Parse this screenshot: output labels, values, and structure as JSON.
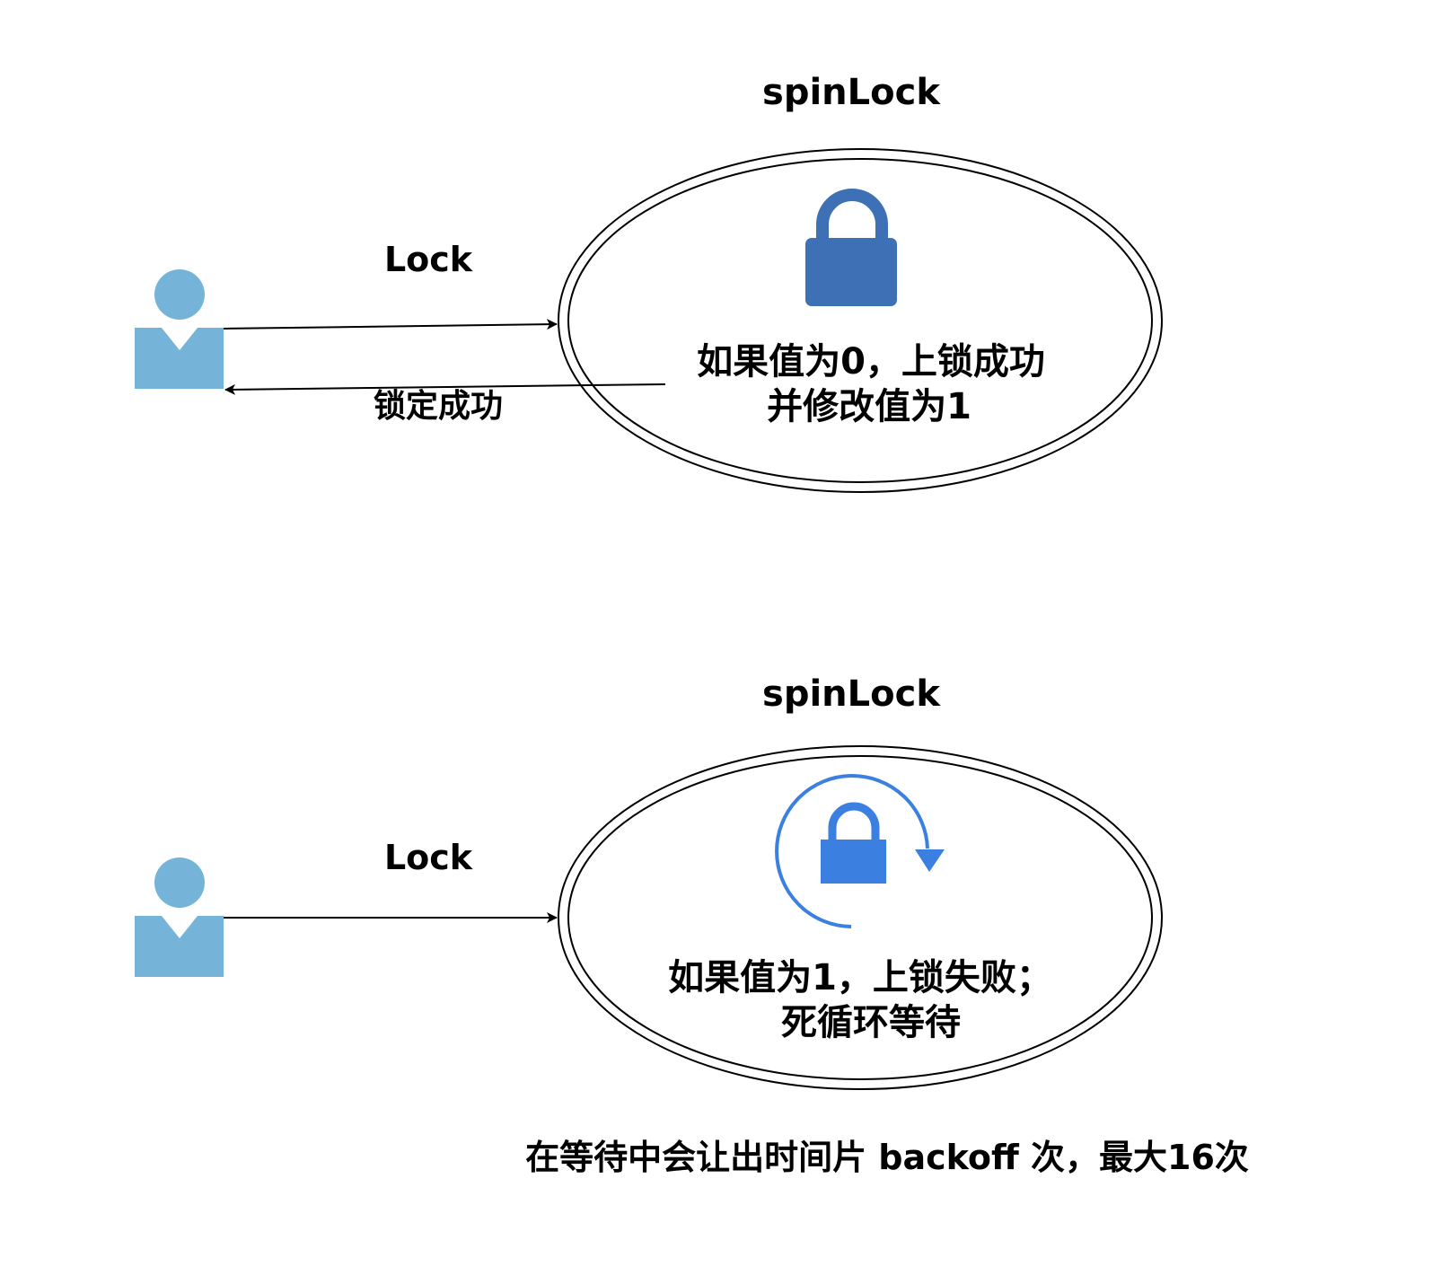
{
  "top_panel": {
    "title": "spinLock",
    "request_label": "Lock",
    "response_label": "锁定成功",
    "state_line1": "如果值为0，上锁成功",
    "state_line2": "并修改值为1",
    "lock_icon": "lock-icon",
    "lock_color": "#3d70b4"
  },
  "bottom_panel": {
    "title": "spinLock",
    "request_label": "Lock",
    "state_line1": "如果值为1，上锁失败；",
    "state_line2": "死循环等待",
    "lock_icon": "lock-spin-icon",
    "lock_color": "#3b7fe0",
    "spin_arrow_color": "#3b7fe0"
  },
  "footnote": "在等待中会让出时间片 backoff 次，最大16次",
  "user_icon": "user-icon",
  "user_color": "#75b4d8"
}
